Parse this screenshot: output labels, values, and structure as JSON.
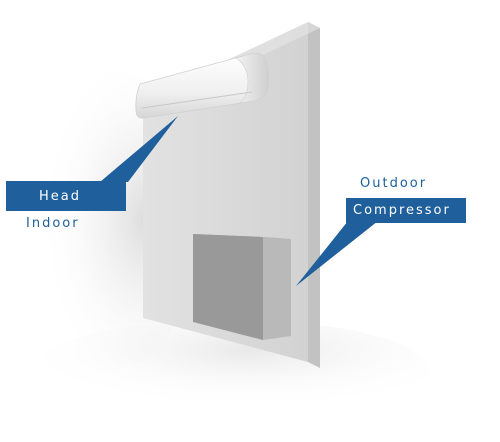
{
  "labels": {
    "indoor": [
      "Head",
      "Indoor"
    ],
    "outdoor": [
      "Outdoor",
      "Compressor"
    ]
  },
  "colors": {
    "callout": "#1e5f9c",
    "wall_face": "#dcdcdc",
    "wall_side": "#c4c4c4",
    "box_front": "#9a9a9a",
    "box_side": "#b8b8b8",
    "box_top": "#a8a8a8",
    "indoor_unit": "#f4f4f4"
  }
}
